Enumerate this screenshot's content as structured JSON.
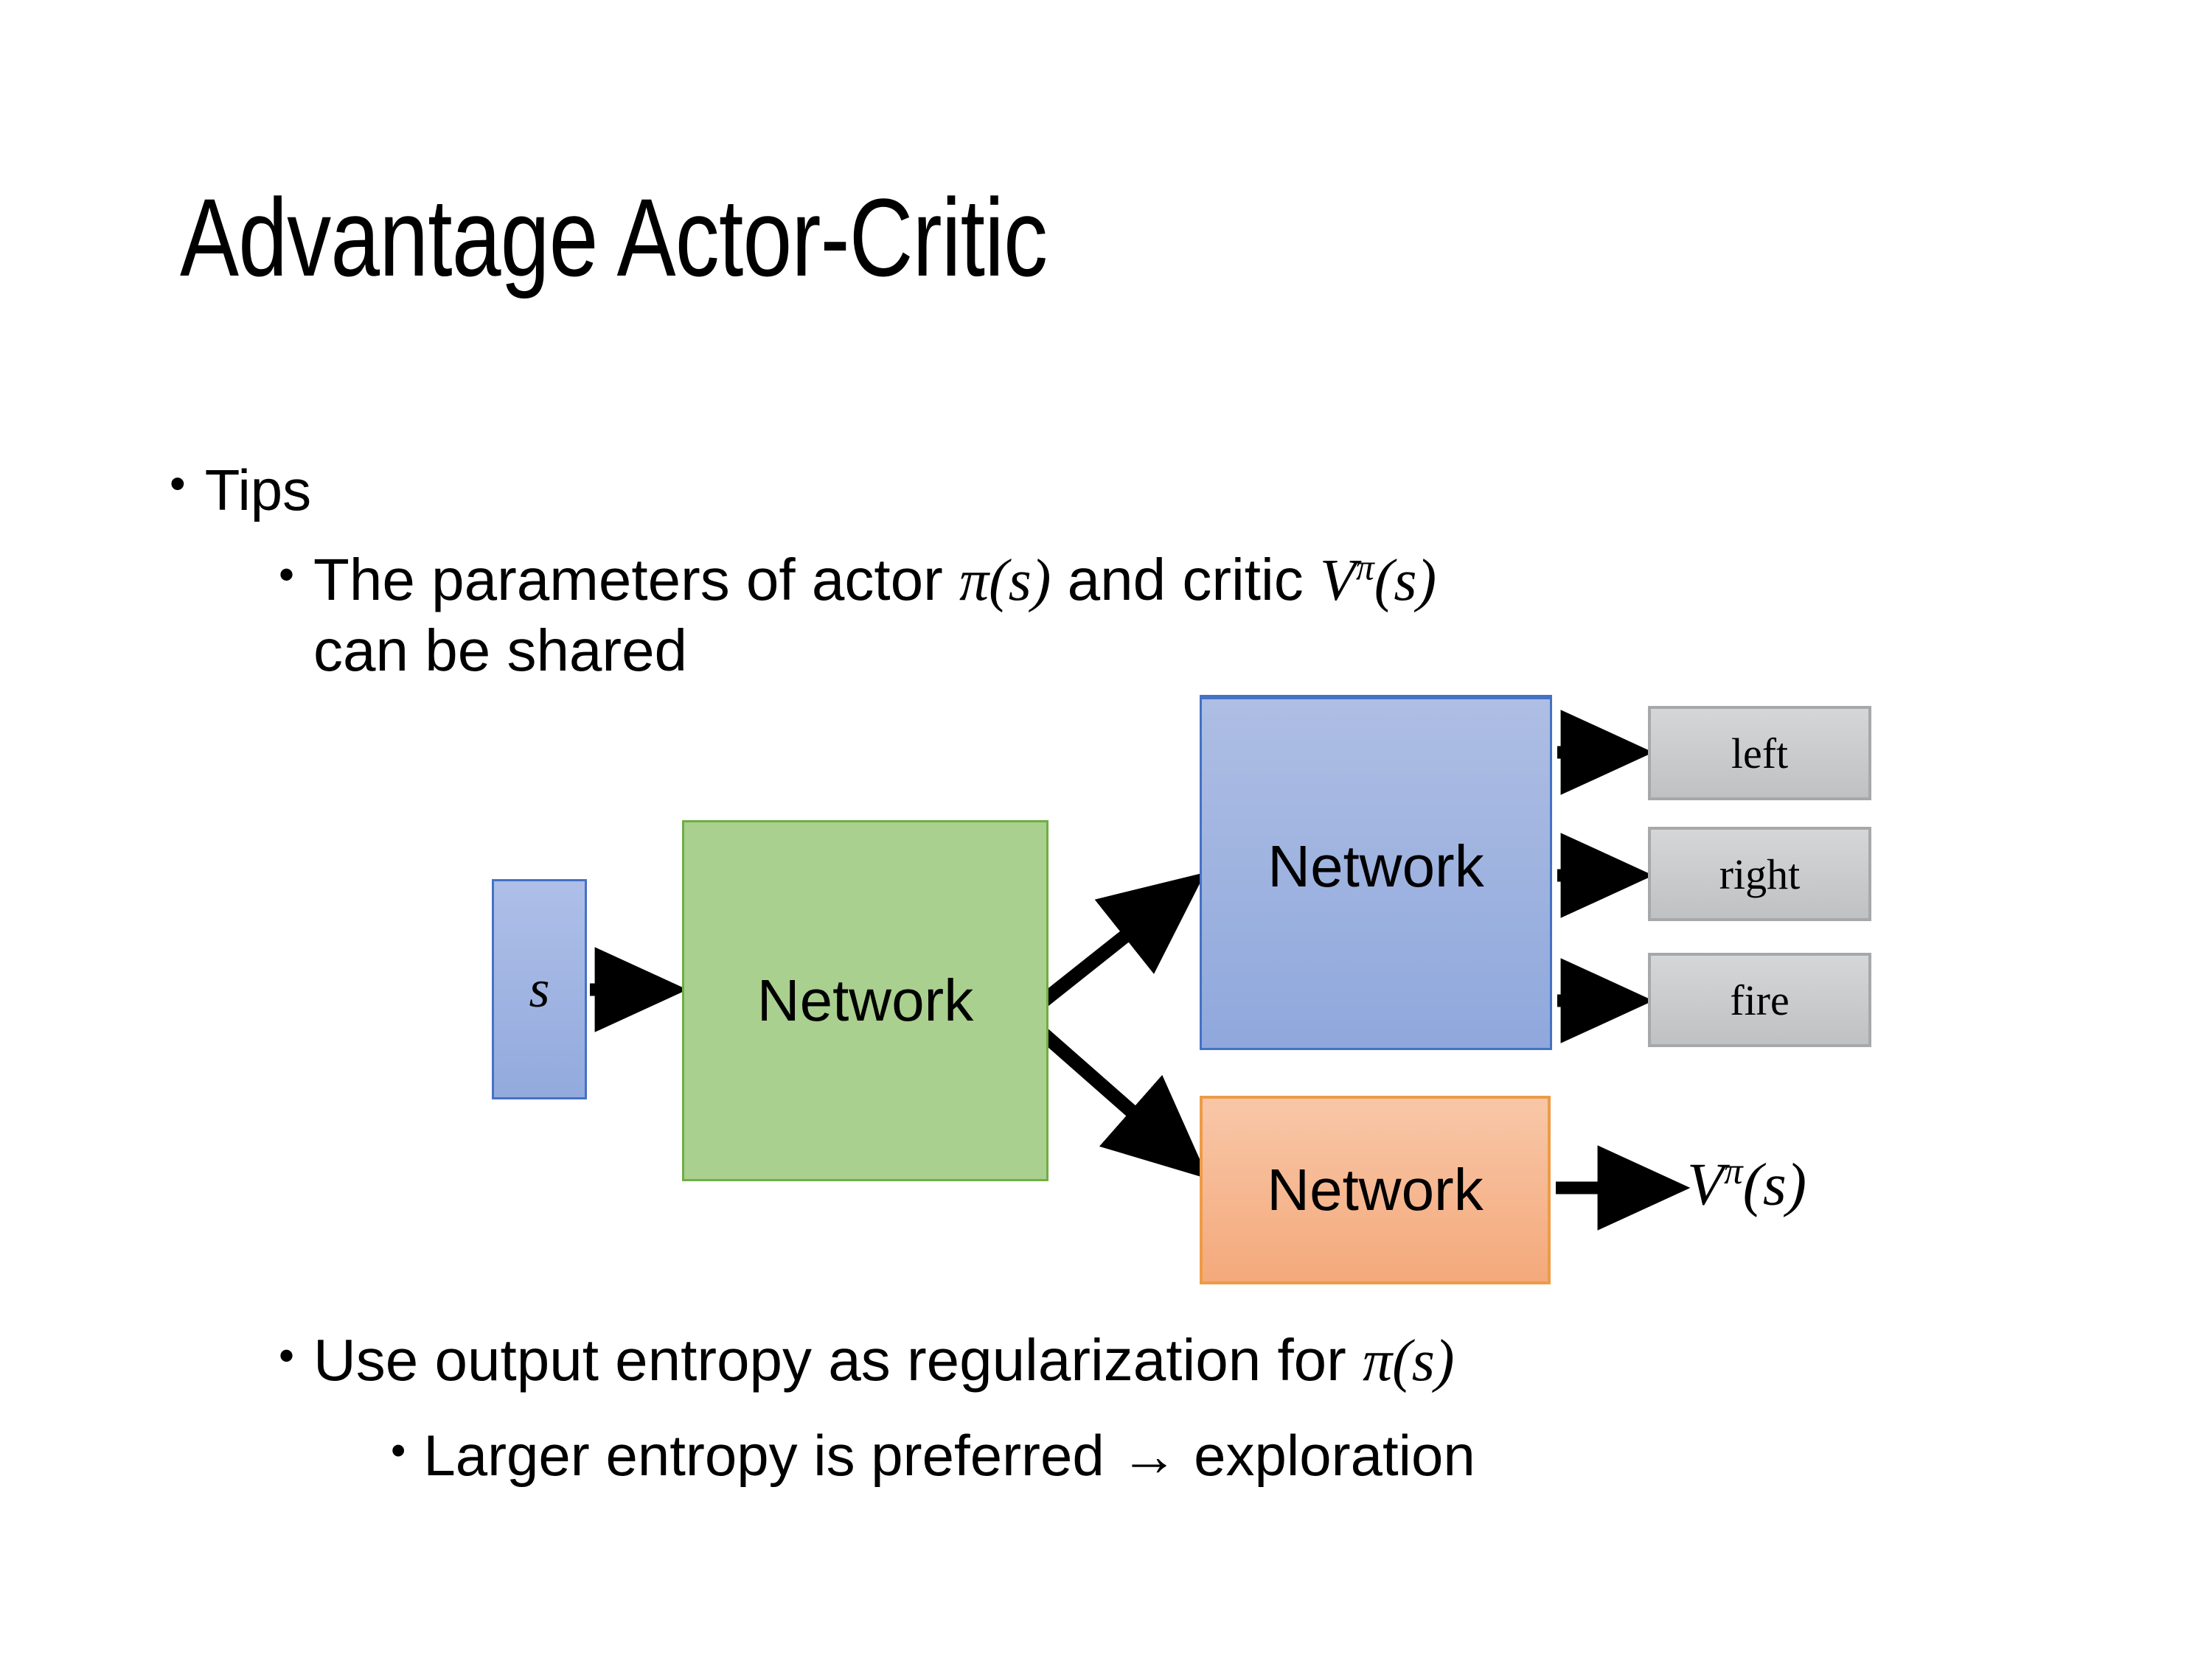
{
  "slide": {
    "title": "Advantage Actor-Critic",
    "bullets": [
      {
        "level": 1,
        "marker": "•",
        "text": "Tips"
      },
      {
        "level": 2,
        "marker": "•",
        "text_parts": [
          "The parameters of actor ",
          "π(s)",
          "  and critic ",
          "Vπ(s)",
          " can be shared"
        ],
        "text": "The parameters of actor π(s)  and critic Vπ(s) can be shared"
      },
      {
        "level": 2,
        "marker": "•",
        "text": "Use output entropy as regularization for π(s)"
      },
      {
        "level": 3,
        "marker": "•",
        "text": "Larger entropy is preferred → exploration"
      }
    ],
    "bullet_labels": {
      "tips": "Tips",
      "params_pre": "The parameters of actor ",
      "params_pi": "π",
      "params_pi_args": "(s)",
      "params_mid": "  and critic ",
      "params_v": "V",
      "params_v_sup": "π",
      "params_v_args": "(s)",
      "params_post": "can be shared",
      "entropy_pre": "Use output entropy as regularization for ",
      "entropy_pi": "π",
      "entropy_pi_args": "(s)",
      "larger": "Larger entropy is preferred → exploration"
    }
  },
  "diagram": {
    "state_box": {
      "label": "s",
      "fill": "#9EB3E2",
      "border": "#4472C4"
    },
    "shared_network": {
      "label": "Network",
      "fill": "#A9D08E",
      "border": "#70AD47"
    },
    "actor_network": {
      "label": "Network",
      "fill": "#9FB4DF",
      "border": "#4472C4"
    },
    "critic_network": {
      "label": "Network",
      "fill": "#F4AE85",
      "border": "#ED9B48"
    },
    "actions": [
      {
        "label": "left",
        "fill": "#C8CACC",
        "border": "#A6A8AA"
      },
      {
        "label": "right",
        "fill": "#C8CACC",
        "border": "#A6A8AA"
      },
      {
        "label": "fire",
        "fill": "#C8CACC",
        "border": "#A6A8AA"
      }
    ],
    "critic_output": {
      "base": "V",
      "superscript": "π",
      "argument": "(s)"
    },
    "arrows": [
      {
        "from": "state_box",
        "to": "shared_network"
      },
      {
        "from": "shared_network",
        "to": "actor_network"
      },
      {
        "from": "shared_network",
        "to": "critic_network"
      },
      {
        "from": "actor_network",
        "to": "action-left"
      },
      {
        "from": "actor_network",
        "to": "action-right"
      },
      {
        "from": "actor_network",
        "to": "action-fire"
      },
      {
        "from": "critic_network",
        "to": "critic_output"
      }
    ],
    "arrow_color": "#000000"
  },
  "theme": {
    "background": "#FFFFFF",
    "text_color": "#000000"
  }
}
